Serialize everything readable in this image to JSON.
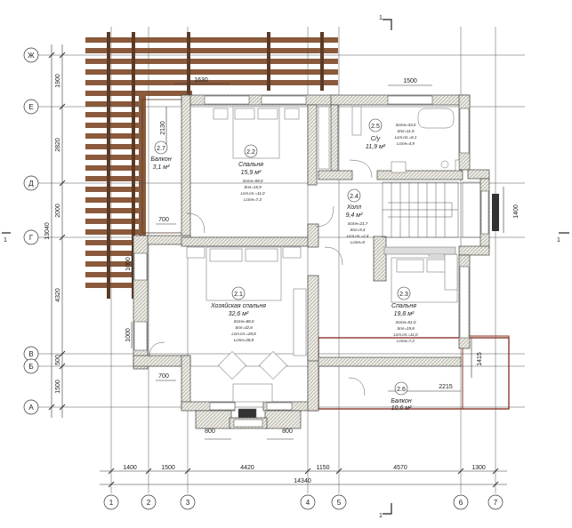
{
  "axes": {
    "rows": [
      "Ж",
      "Е",
      "Д",
      "Г",
      "В",
      "Б",
      "А"
    ],
    "cols": [
      "1",
      "2",
      "3",
      "4",
      "5",
      "6",
      "7"
    ]
  },
  "section_mark": "1",
  "dims": {
    "bottom_segments": [
      "1400",
      "1500",
      "4420",
      "1150",
      "4570",
      "1300"
    ],
    "bottom_total": "14340",
    "left_segments": [
      "1900",
      "2820",
      "2000",
      "4320",
      "500",
      "1500"
    ],
    "left_total": "13040",
    "top_1630": "1630",
    "top_1500": "1500",
    "d2130": "2130",
    "d700a": "700",
    "d700b": "700",
    "d1000a": "1000",
    "d1000b": "1000",
    "d800a": "800",
    "d800b": "800",
    "d2215": "2215",
    "d1415": "1415",
    "d1400": "1400"
  },
  "rooms": [
    {
      "num": "2.1",
      "name": "Хозяйская спальня",
      "area": "32,6 м²",
      "l1": "Sстн=68,0",
      "l2": "Sпл=32,6",
      "l3": "Lст.пл.=28,8",
      "l4": "Lстн=28,8"
    },
    {
      "num": "2.2",
      "name": "Спальня",
      "area": "15,9 м²",
      "l1": "Sстн=59,0",
      "l2": "Sпл=15,9",
      "l3": "Lст.пл.=11,0",
      "l4": "Lстн=7,3"
    },
    {
      "num": "2.3",
      "name": "Спальня",
      "area": "19,8 м²",
      "l1": "Sстн=51,0",
      "l2": "Sпл=19,8",
      "l3": "Lст.пл.=11,0",
      "l4": "Lстн=7,2"
    },
    {
      "num": "2.4",
      "name": "Холл",
      "area": "9,4 м²",
      "l1": "Sстн=21,7",
      "l2": "Sпл=9,4",
      "l3": "Lст.пл.=2,4",
      "l4": "Lстн=0"
    },
    {
      "num": "2.5",
      "name": "С/у",
      "area": "11,9 м²",
      "l1": "Sстн=33,0",
      "l2": "Sпл=11,9",
      "l3": "Lст.пл.=8,1",
      "l4": "Lстн=4,9"
    },
    {
      "num": "2.6",
      "name": "Балкон",
      "area": "10,6 м²"
    },
    {
      "num": "2.7",
      "name": "Балкон",
      "area": "3,1 м²"
    }
  ]
}
